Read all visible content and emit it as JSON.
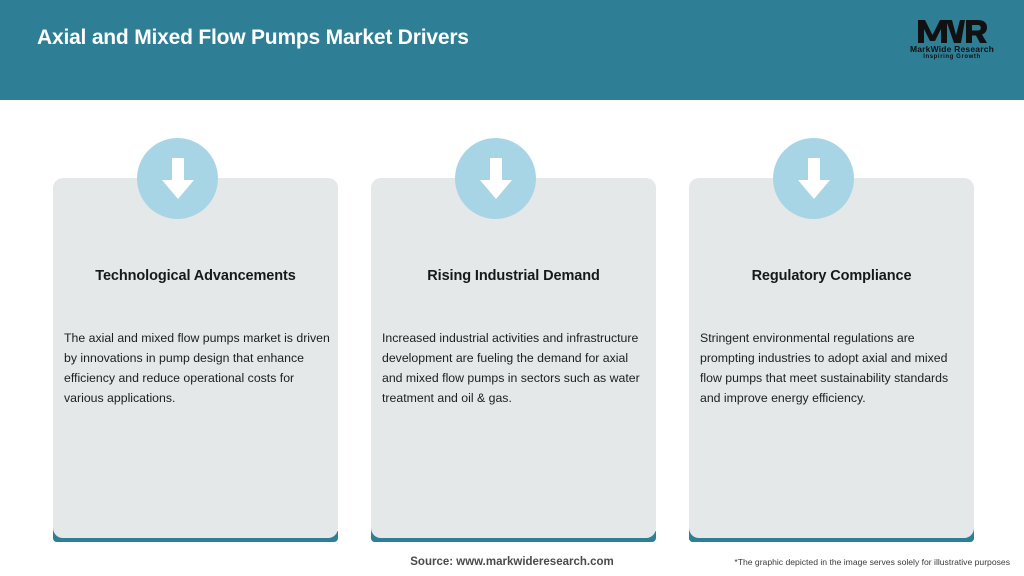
{
  "header": {
    "title": "Axial and Mixed Flow Pumps Market Drivers",
    "background_color": "#2e7f96",
    "logo": {
      "mark_text": "MWR",
      "name": "MarkWide Research",
      "tagline": "Inspiring Growth"
    }
  },
  "cards": [
    {
      "icon": "down-arrow-icon",
      "title": "Technological Advancements",
      "body": "The axial and mixed flow pumps market is driven by innovations in pump design that enhance efficiency and reduce operational costs for various applications."
    },
    {
      "icon": "down-arrow-icon",
      "title": "Rising Industrial Demand",
      "body": "Increased industrial activities and infrastructure development are fueling the demand for axial and mixed flow pumps in sectors such as water treatment and oil & gas."
    },
    {
      "icon": "down-arrow-icon",
      "title": "Regulatory Compliance",
      "body": "Stringent environmental regulations are prompting industries to adopt axial and mixed flow pumps that meet sustainability standards and improve energy efficiency."
    }
  ],
  "footer": {
    "source": "Source: www.markwideresearch.com",
    "disclaimer": "*The graphic depicted in the image serves solely for illustrative purposes"
  },
  "colors": {
    "accent_teal": "#2e7f96",
    "card_gray": "#e4e8e9",
    "badge_blue": "#a8d5e5",
    "page_background": "#ffffff"
  }
}
